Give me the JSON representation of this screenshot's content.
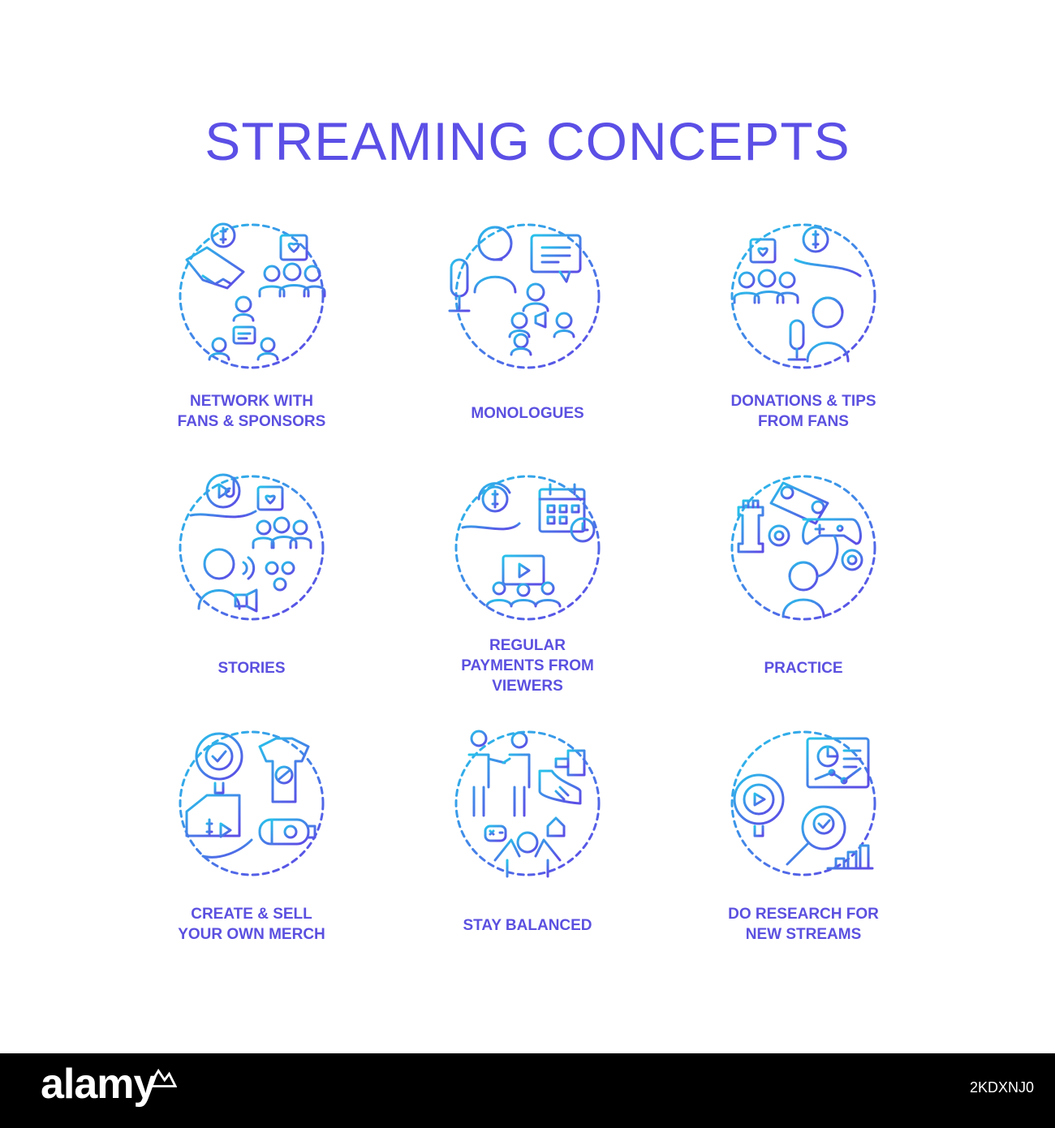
{
  "title": "STREAMING CONCEPTS",
  "colors": {
    "accent": "#5b4fe6",
    "gradient_start": "#27c3ea",
    "gradient_end": "#5b4fe6"
  },
  "items": [
    {
      "label": "NETWORK WITH\nFANS & SPONSORS",
      "icon": "handshake-network-icon"
    },
    {
      "label": "MONOLOGUES",
      "icon": "microphone-speaker-icon"
    },
    {
      "label": "DONATIONS & TIPS\nFROM FANS",
      "icon": "donation-streamer-icon"
    },
    {
      "label": "STORIES",
      "icon": "storyteller-audience-icon"
    },
    {
      "label": "REGULAR\nPAYMENTS FROM\nVIEWERS",
      "icon": "recurring-payment-icon"
    },
    {
      "label": "PRACTICE",
      "icon": "gamepad-chess-icon"
    },
    {
      "label": "CREATE & SELL\nYOUR OWN MERCH",
      "icon": "merch-tshirt-icon"
    },
    {
      "label": "STAY BALANCED",
      "icon": "balance-people-icon"
    },
    {
      "label": "DO RESEARCH FOR\nNEW STREAMS",
      "icon": "research-chart-icon"
    }
  ],
  "footer": {
    "brand": "alamy",
    "stock_id": "2KDXNJ0"
  }
}
